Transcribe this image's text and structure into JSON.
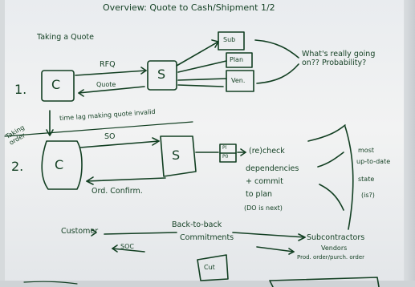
{
  "title": "Overview: Quote to Cash/Shipment 1/2",
  "sections": {
    "quote": {
      "heading": "Taking a Quote",
      "step_number": "1.",
      "customer_label": "C",
      "rfq_label": "RFQ",
      "quote_label": "Quote",
      "supplier_label": "S",
      "targets": [
        "Sub",
        "Plan",
        "Ven."
      ],
      "note": "What's really going on?? Probability?",
      "lag_note": "time lag making quote invalid"
    },
    "order": {
      "side_label": "Taking order",
      "step_number": "2.",
      "customer_label": "C",
      "so_label": "SO",
      "supplier_label": "S",
      "order_confirm": "Ord. Confirm.",
      "small_boxes": [
        "Pl",
        "P0"
      ],
      "check_text": [
        "(re)check",
        "dependencies",
        "+ commit",
        "to plan",
        "(DO is next)"
      ],
      "right_note": [
        "most",
        "up-to-date",
        "state",
        "(is?)"
      ]
    },
    "btb": {
      "customer_label": "Customer",
      "soc_label": "SOC",
      "title": "Back-to-back",
      "subtitle": "Commitments",
      "sub_label": "Subcontractors",
      "vendors_label": "Vendors",
      "order_note": "Prod. order/purch. order",
      "cut_label": "Cut"
    }
  }
}
